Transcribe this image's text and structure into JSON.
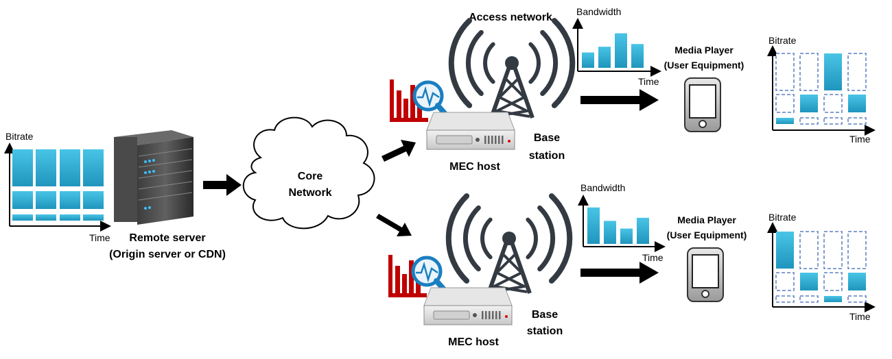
{
  "colors": {
    "bar": "#2ab0d6",
    "bar_dark": "#1c8fb5",
    "tower": "#333a42",
    "arrow": "#000000",
    "cloud_stroke": "#000000",
    "monitor_red": "#c00000",
    "magnifier_blue": "#1a7fc0",
    "placeholder_dash": "#5a7fc0"
  },
  "origin": {
    "title_line1": "Remote server",
    "title_line2": "(Origin server or CDN)",
    "chart_ylabel": "Bitrate",
    "chart_xlabel": "Time"
  },
  "core": {
    "line1": "Core",
    "line2": "Network"
  },
  "top_branch": {
    "network_label": "Access network",
    "mec_label": "MEC host",
    "base_station_line1": "Base",
    "base_station_line2": "station",
    "bandwidth_ylabel": "Bandwidth",
    "bandwidth_xlabel": "Time",
    "bandwidth_values": [
      0.4,
      0.55,
      0.9,
      0.62
    ],
    "player_line1": "Media Player",
    "player_line2": "(User Equipment)",
    "bitrate_ylabel": "Bitrate",
    "bitrate_xlabel": "Time",
    "selected_levels": [
      "low",
      "mid",
      "high",
      "mid"
    ]
  },
  "bottom_branch": {
    "mec_label": "MEC host",
    "base_station_line1": "Base",
    "base_station_line2": "station",
    "bandwidth_ylabel": "Bandwidth",
    "bandwidth_xlabel": "Time",
    "bandwidth_values": [
      0.95,
      0.6,
      0.4,
      0.68
    ],
    "player_line1": "Media Player",
    "player_line2": "(User Equipment)",
    "bitrate_ylabel": "Bitrate",
    "bitrate_xlabel": "Time",
    "selected_levels": [
      "high",
      "mid",
      "low",
      "mid"
    ]
  }
}
